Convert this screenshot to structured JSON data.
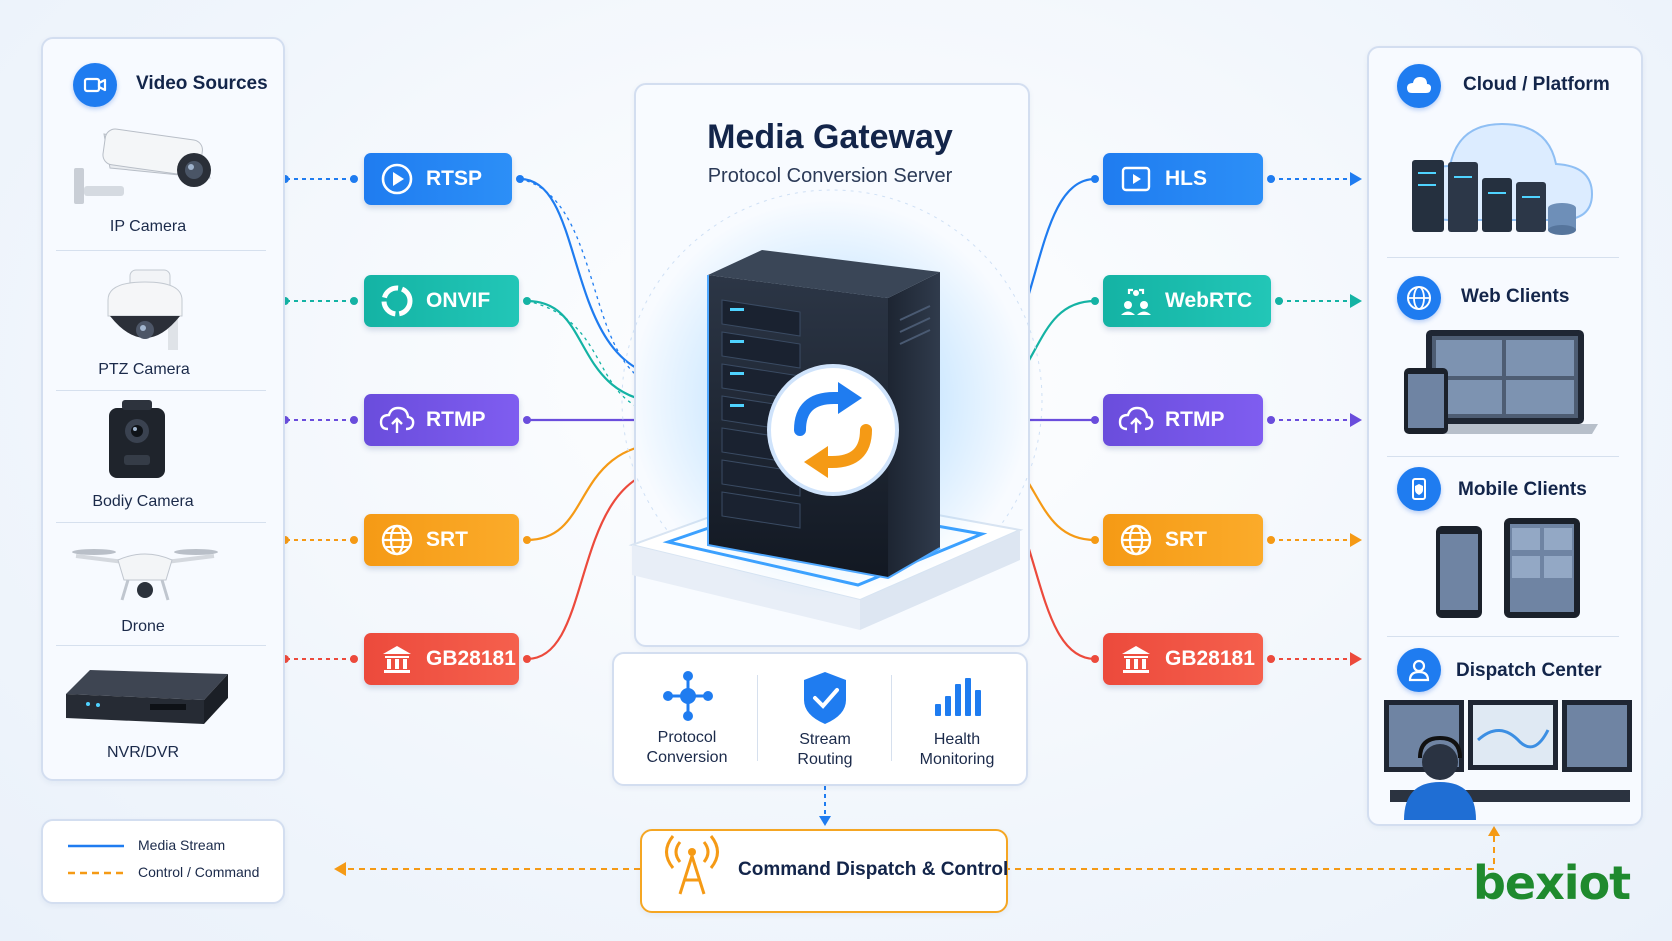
{
  "sources": {
    "title": "Video Sources",
    "devices": [
      {
        "label": "IP Camera"
      },
      {
        "label": "PTZ Camera"
      },
      {
        "label": "Bodiy Camera"
      },
      {
        "label": "Drone"
      },
      {
        "label": "NVR/DVR"
      }
    ]
  },
  "inputs": [
    {
      "label": "RTSP",
      "color": "#1f7cf0"
    },
    {
      "label": "ONVIF",
      "color": "#14b3a4"
    },
    {
      "label": "RTMP",
      "color": "#6a4ddc"
    },
    {
      "label": "SRT",
      "color": "#f59a15"
    },
    {
      "label": "GB28181",
      "color": "#ec4a3c"
    }
  ],
  "gateway": {
    "title": "Media Gateway",
    "subtitle": "Protocol Conversion Server"
  },
  "features": [
    {
      "line1": "Protocol",
      "line2": "Conversion"
    },
    {
      "line1": "Stream",
      "line2": "Routing"
    },
    {
      "line1": "Health",
      "line2": "Monitoring"
    }
  ],
  "outputs": [
    {
      "label": "HLS",
      "color": "#1f7cf0"
    },
    {
      "label": "WebRTC",
      "color": "#14b3a4"
    },
    {
      "label": "RTMP",
      "color": "#6a4ddc"
    },
    {
      "label": "SRT",
      "color": "#f59a15"
    },
    {
      "label": "GB28181",
      "color": "#ec4a3c"
    }
  ],
  "destinations": [
    {
      "label": "Cloud / Platform"
    },
    {
      "label": "Web Clients"
    },
    {
      "label": "Mobile Clients"
    },
    {
      "label": "Dispatch Center"
    }
  ],
  "command": {
    "label": "Command Dispatch & Control"
  },
  "legend": {
    "media": "Media Stream",
    "control": "Control / Command",
    "media_color": "#1f7cf0",
    "control_color": "#f59a15"
  },
  "logo": {
    "text": "bexiot",
    "color": "#1f8a2e"
  }
}
